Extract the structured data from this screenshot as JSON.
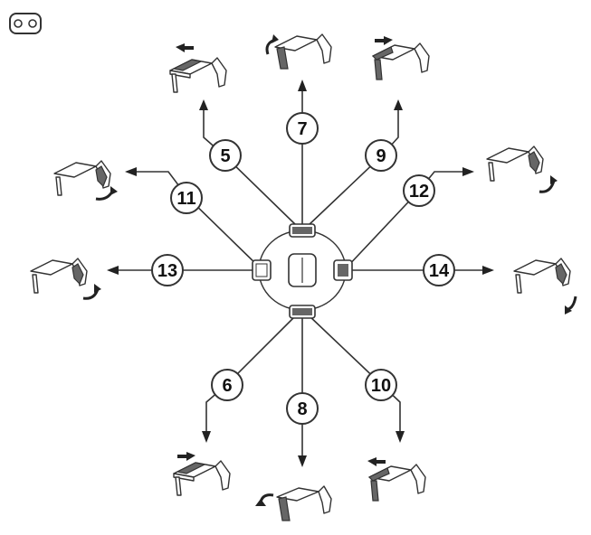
{
  "badge": {
    "icon": "two-dot-switch-icon"
  },
  "center": {
    "icon": "seat-switch-cluster-icon"
  },
  "callouts": [
    {
      "id": "5",
      "label": "5",
      "seat_icon": "seat-backrest-forward-icon"
    },
    {
      "id": "7",
      "label": "7",
      "seat_icon": "seat-recline-rotate-icon"
    },
    {
      "id": "9",
      "label": "9",
      "seat_icon": "seat-backrest-backward-icon"
    },
    {
      "id": "11",
      "label": "11",
      "seat_icon": "seat-cushion-front-rotate-icon"
    },
    {
      "id": "12",
      "label": "12",
      "seat_icon": "seat-cushion-front-rotate-icon"
    },
    {
      "id": "13",
      "label": "13",
      "seat_icon": "seat-cushion-tilt-icon"
    },
    {
      "id": "14",
      "label": "14",
      "seat_icon": "seat-cushion-tilt-icon"
    },
    {
      "id": "6",
      "label": "6",
      "seat_icon": "seat-slide-backward-icon"
    },
    {
      "id": "8",
      "label": "8",
      "seat_icon": "seat-recline-rotate-icon"
    },
    {
      "id": "10",
      "label": "10",
      "seat_icon": "seat-slide-forward-icon"
    }
  ],
  "colors": {
    "line": "#333333",
    "highlight": "#666666"
  }
}
